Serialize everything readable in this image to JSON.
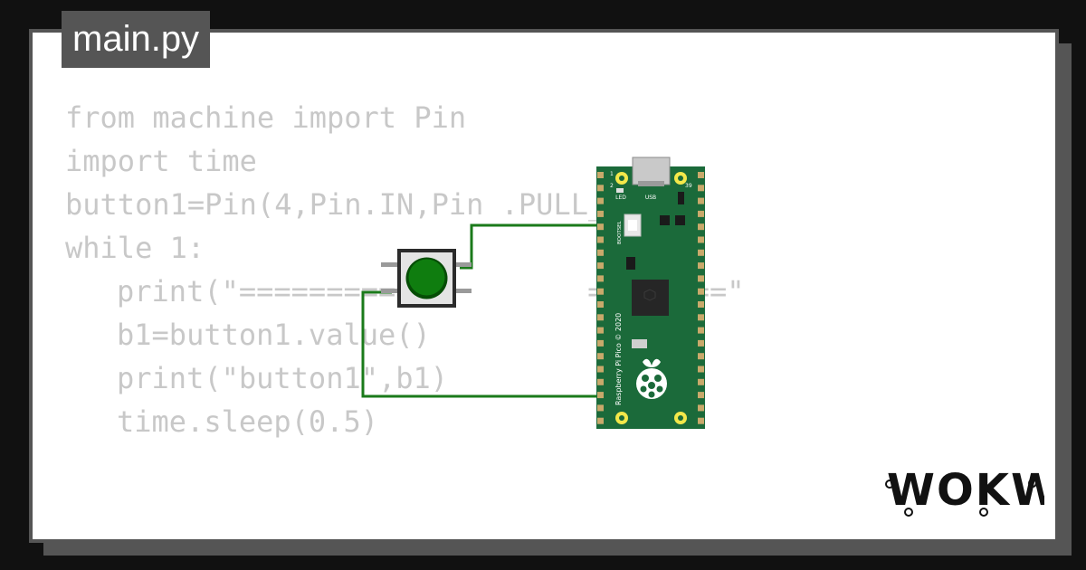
{
  "tab": {
    "filename": "main.py"
  },
  "code": {
    "lines": [
      "from machine import Pin",
      "import time",
      "button1=Pin(4,Pin.IN,Pin .PULL_",
      "while 1:",
      "print(\"==========          ========\"",
      "b1=button1.value()",
      "print(\"button1\",b1)",
      "time.sleep(0.5)"
    ]
  },
  "board": {
    "silk_text": "Raspberry Pi Pico © 2020",
    "usb_label": "USB",
    "led_label": "LED",
    "bootsel_label": "BOOTSEL",
    "pin_labels": [
      "1",
      "2",
      "39"
    ]
  },
  "brand": {
    "logo_text": "WOKWI"
  },
  "colors": {
    "background": "#111111",
    "card_border": "#555555",
    "code_text": "#c8c8c8",
    "board_green": "#1b6a3a",
    "wire_green": "#1a7a1a",
    "button_cap": "#0f7d0f"
  }
}
